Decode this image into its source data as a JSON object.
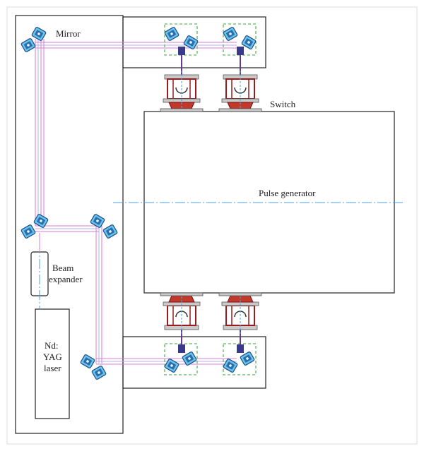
{
  "labels": {
    "mirror": "Mirror",
    "switch": "Switch",
    "pulse_generator": "Pulse generator",
    "beam_expander_line1": "Beam",
    "beam_expander_line2": "expander",
    "laser_line1": "Nd:",
    "laser_line2": "YAG",
    "laser_line3": "laser"
  },
  "colors": {
    "beam": "#d97ad9",
    "axis": "#4aa3e0",
    "mirror": "#6cc4e8",
    "switch": "#c0392b",
    "target_box": "#7cc47c"
  }
}
